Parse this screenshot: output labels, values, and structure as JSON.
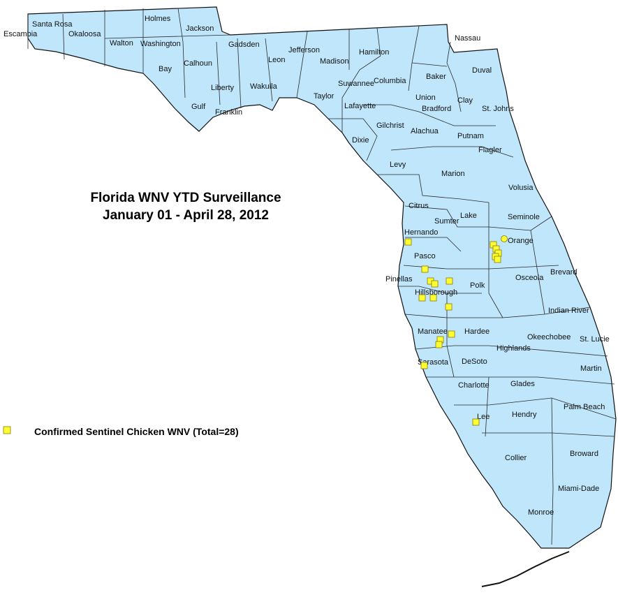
{
  "title": {
    "line1": "Florida WNV YTD Surveillance",
    "line2": "January 01 - April 28, 2012"
  },
  "legend": {
    "label": "Confirmed Sentinel Chicken WNV (Total=28)",
    "symbol": "square",
    "symbol_color": "#ffff33"
  },
  "colors": {
    "land": "#bfe6fb",
    "border": "#111111",
    "water": "#ffffff",
    "marker": "#ffff33"
  },
  "counties": [
    "Santa Rosa",
    "Escambia",
    "Okaloosa",
    "Holmes",
    "Jackson",
    "Walton",
    "Washington",
    "Gadsden",
    "Jefferson",
    "Hamilton",
    "Nassau",
    "Bay",
    "Calhoun",
    "Leon",
    "Madison",
    "Duval",
    "Suwannee",
    "Columbia",
    "Baker",
    "Liberty",
    "Wakulla",
    "Taylor",
    "Union",
    "Clay",
    "Gulf",
    "Franklin",
    "Lafayette",
    "Bradford",
    "St. Johns",
    "Gilchrist",
    "Alachua",
    "Putnam",
    "Dixie",
    "Flagler",
    "Levy",
    "Marion",
    "Volusia",
    "Citrus",
    "Lake",
    "Seminole",
    "Sumter",
    "Hernando",
    "Orange",
    "Pasco",
    "Brevard",
    "Pinellas",
    "Osceola",
    "Hillsborough",
    "Polk",
    "Indian River",
    "Manatee",
    "Hardee",
    "Okeechobee",
    "St. Lucie",
    "Highlands",
    "Sarasota",
    "DeSoto",
    "Martin",
    "Charlotte",
    "Glades",
    "Palm Beach",
    "Lee",
    "Hendry",
    "Broward",
    "Collier",
    "Miami-Dade",
    "Monroe"
  ],
  "sentinel_site_count": 28,
  "icons": {
    "legend_marker": "yellow-square-icon"
  }
}
